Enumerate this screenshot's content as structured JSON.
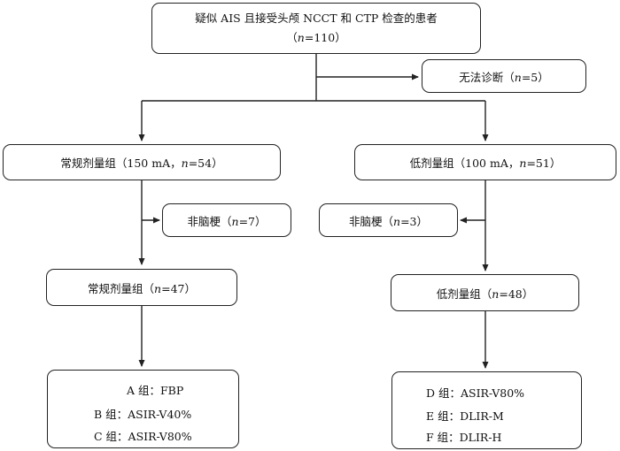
{
  "top": {
    "line1": "疑似 AIS 且接受头颅 NCCT 和 CTP 检查的患者",
    "line2_pre": "（",
    "line2_n": "n",
    "line2_post": "=110）"
  },
  "excluded_top": {
    "pre": "无法诊断（",
    "n": "n",
    "post": "=5）"
  },
  "left_dose": {
    "pre": "常规剂量组（150 mA，",
    "n": "n",
    "post": "=54）"
  },
  "right_dose": {
    "pre": "低剂量组（100 mA，",
    "n": "n",
    "post": "=51）"
  },
  "left_excluded": {
    "pre": "非脑梗（",
    "n": "n",
    "post": "=7）"
  },
  "right_excluded": {
    "pre": "非脑梗（",
    "n": "n",
    "post": "=3）"
  },
  "left_final": {
    "pre": "常规剂量组（",
    "n": "n",
    "post": "=47）"
  },
  "right_final": {
    "pre": "低剂量组（",
    "n": "n",
    "post": "=48）"
  },
  "left_groups": [
    "A 组：FBP",
    "B 组：ASIR-V40%",
    "C 组：ASIR-V80%"
  ],
  "right_groups": [
    "D 组：ASIR-V80%",
    "E 组：DLIR-M",
    "F 组：DLIR-H"
  ]
}
